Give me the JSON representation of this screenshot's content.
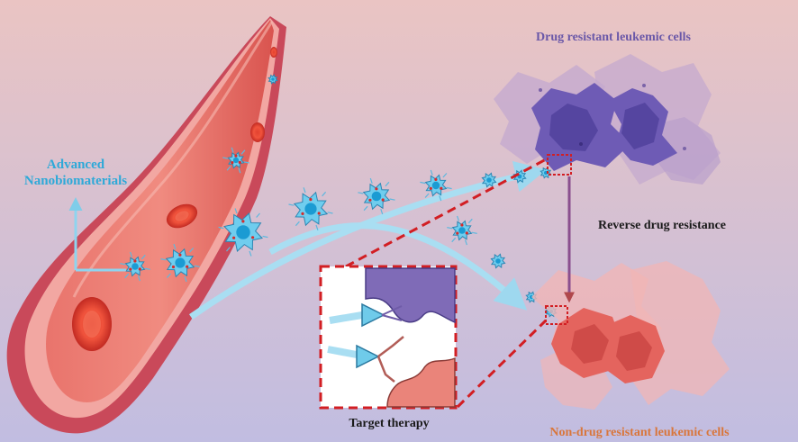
{
  "labels": {
    "advanced_line1": "Advanced",
    "advanced_line2": "Nanobiomaterials",
    "drug_resistant": "Drug resistant leukemic cells",
    "reverse": "Reverse drug resistance",
    "target_therapy": "Target therapy",
    "non_drug_resistant": "Non-drug resistant leukemic cells"
  },
  "colors": {
    "bg_top": "#e9c3c4",
    "bg_bottom": "#c2bde0",
    "vessel_red": "#d9544f",
    "vessel_dark": "#b03a3c",
    "wall_pink": "#f2a7a2",
    "nano_blue": "#5fc8ea",
    "label_blue": "#2ea9d8",
    "resistant_purple": "#6e5bb5",
    "non_resistant_red": "#e4645e",
    "dashed_red": "#d21e23",
    "text_purple": "#6a58a8",
    "text_orange": "#d9763b"
  }
}
